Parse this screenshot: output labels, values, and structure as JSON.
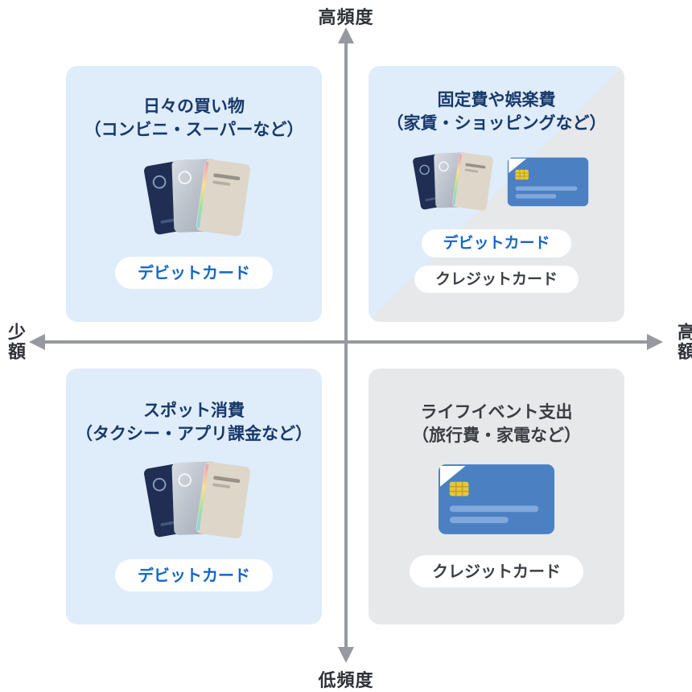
{
  "axes": {
    "top": "高頻度",
    "bottom": "低頻度",
    "left": "少額",
    "right": "高額"
  },
  "quadrants": {
    "top_left": {
      "title_line1": "日々の買い物",
      "title_line2": "（コンビニ・スーパーなど）",
      "labels": [
        "デビットカード"
      ]
    },
    "top_right": {
      "title_line1": "固定費や娯楽費",
      "title_line2": "（家賃・ショッピングなど）",
      "labels": [
        "デビットカード",
        "クレジットカード"
      ]
    },
    "bottom_left": {
      "title_line1": "スポット消費",
      "title_line2": "（タクシー・アプリ課金など）",
      "labels": [
        "デビットカード"
      ]
    },
    "bottom_right": {
      "title_line1": "ライフイベント支出",
      "title_line2": "（旅行費・家電など）",
      "labels": [
        "クレジットカード"
      ]
    }
  },
  "icons": {
    "debit_stack": "debit-card-stack-icon",
    "credit_card": "credit-card-icon"
  },
  "colors": {
    "quadrant_blue": "#dfecfa",
    "quadrant_gray": "#e6e8ea",
    "title_navy": "#17396b",
    "debit_label_text": "#1566c8",
    "credit_label_text": "#3c4045",
    "axis_gray": "#97999e",
    "credit_card_blue": "#4b80c3",
    "chip_yellow": "#e8c53e"
  }
}
